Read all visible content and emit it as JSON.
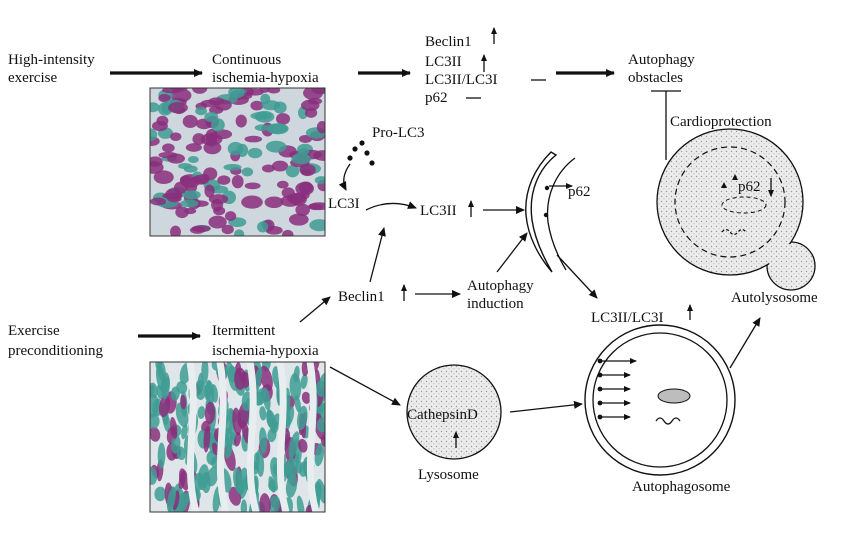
{
  "top_row": {
    "high_intensity": [
      "High-intensity",
      "exercise"
    ],
    "continuous": [
      "Continuous",
      "ischemia-hypoxia"
    ],
    "markers": [
      "Beclin1",
      "LC3II",
      "LC3II/LC3I",
      "p62"
    ],
    "obstacles": [
      "Autophagy",
      "obstacles"
    ]
  },
  "cardioprotection": "Cardioprotection",
  "middle": {
    "pro_lc3": "Pro-LC3",
    "lc3i": "LC3I",
    "lc3ii": "LC3II",
    "p62": "p62",
    "p62_inner": "p62"
  },
  "bottom_row": {
    "preconditioning": [
      "Exercise",
      "preconditioning"
    ],
    "intermittent": [
      "Itermittent",
      "ischemia-hypoxia"
    ],
    "beclin": "Beclin1",
    "induction": [
      "Autophagy",
      "induction"
    ],
    "ratio": "LC3II/LC3I",
    "cathepsin": "CathepsinD",
    "lysosome": "Lysosome",
    "autophagosome": "Autophagosome",
    "autolysosome": "Autolysosome"
  },
  "colors": {
    "tissue_magenta": "#8a2f7c",
    "tissue_teal": "#3f9c93",
    "tissue_gap": "#e8eef0",
    "ink": "#111111"
  }
}
